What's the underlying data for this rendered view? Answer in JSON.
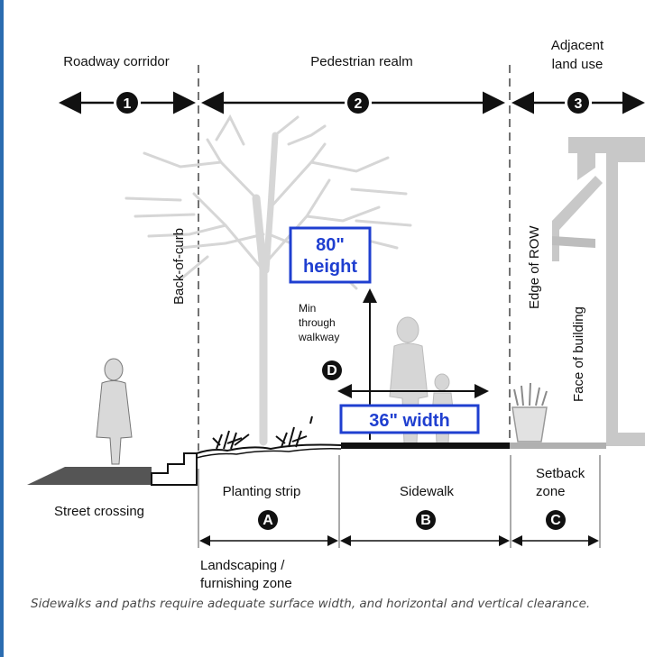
{
  "zones": {
    "roadway_corridor": "Roadway corridor",
    "pedestrian_realm": "Pedestrian realm",
    "adjacent_land_use_line1": "Adjacent",
    "adjacent_land_use_line2": "land use"
  },
  "zone_numbers": {
    "one": "1",
    "two": "2",
    "three": "3"
  },
  "vertical_labels": {
    "back_of_curb": "Back-of-curb",
    "edge_of_row": "Edge of ROW",
    "face_of_building": "Face of building"
  },
  "clearance": {
    "height_line1": "80\"",
    "height_line2": "height",
    "width": "36\" width",
    "min_line1": "Min",
    "min_line2": "through",
    "min_line3": "walkway",
    "marker": "D"
  },
  "ground_labels": {
    "street_crossing": "Street crossing",
    "planting_strip": "Planting strip",
    "sidewalk": "Sidewalk",
    "setback_line1": "Setback",
    "setback_line2": "zone"
  },
  "sub_zones": {
    "a": "A",
    "b": "B",
    "c": "C"
  },
  "landscaping_line1": "Landscaping /",
  "landscaping_line2": "furnishing zone",
  "caption": "Sidewalks and paths require adequate surface width, and horizontal and vertical clearance.",
  "colors": {
    "accent_blue": "#1f3fd0",
    "sketch_gray": "#d6d6d6",
    "ground": "#111111"
  }
}
